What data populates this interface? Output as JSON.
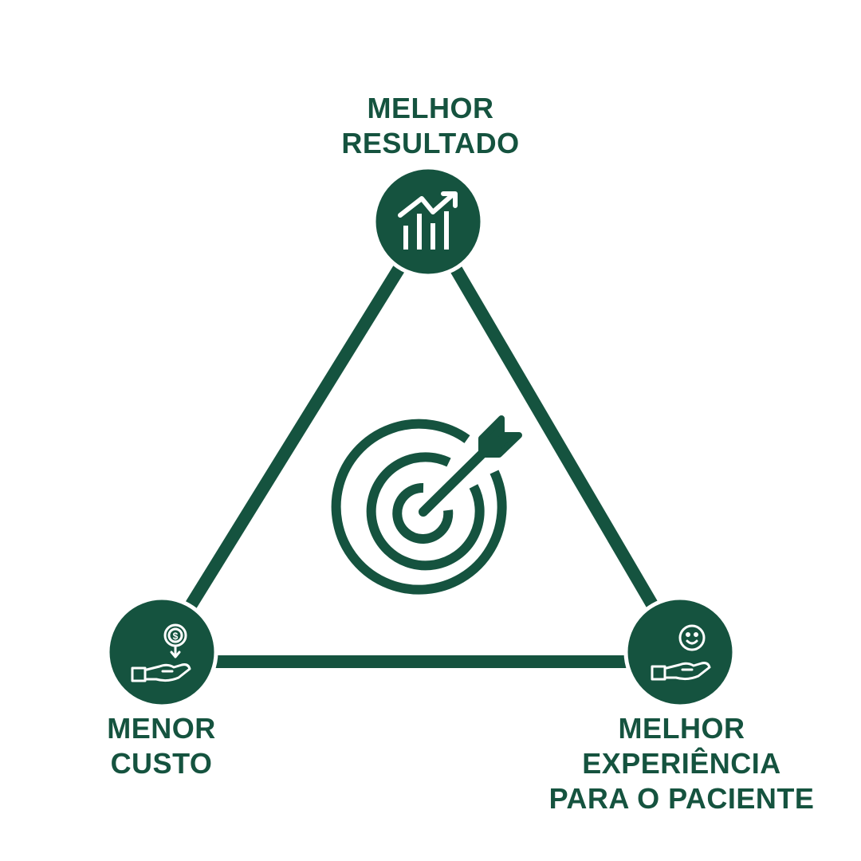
{
  "colors": {
    "primary": "#15533f",
    "background": "#ffffff"
  },
  "nodes": {
    "top": {
      "lines": [
        "MELHOR",
        "RESULTADO"
      ],
      "icon": "growth-chart-icon"
    },
    "left": {
      "lines": [
        "MENOR",
        "CUSTO"
      ],
      "icon": "hand-coin-icon"
    },
    "right": {
      "lines": [
        "MELHOR",
        "EXPERIÊNCIA",
        "PARA O PACIENTE"
      ],
      "icon": "hand-smiley-icon"
    }
  },
  "center": {
    "icon": "target-arrow-icon"
  }
}
